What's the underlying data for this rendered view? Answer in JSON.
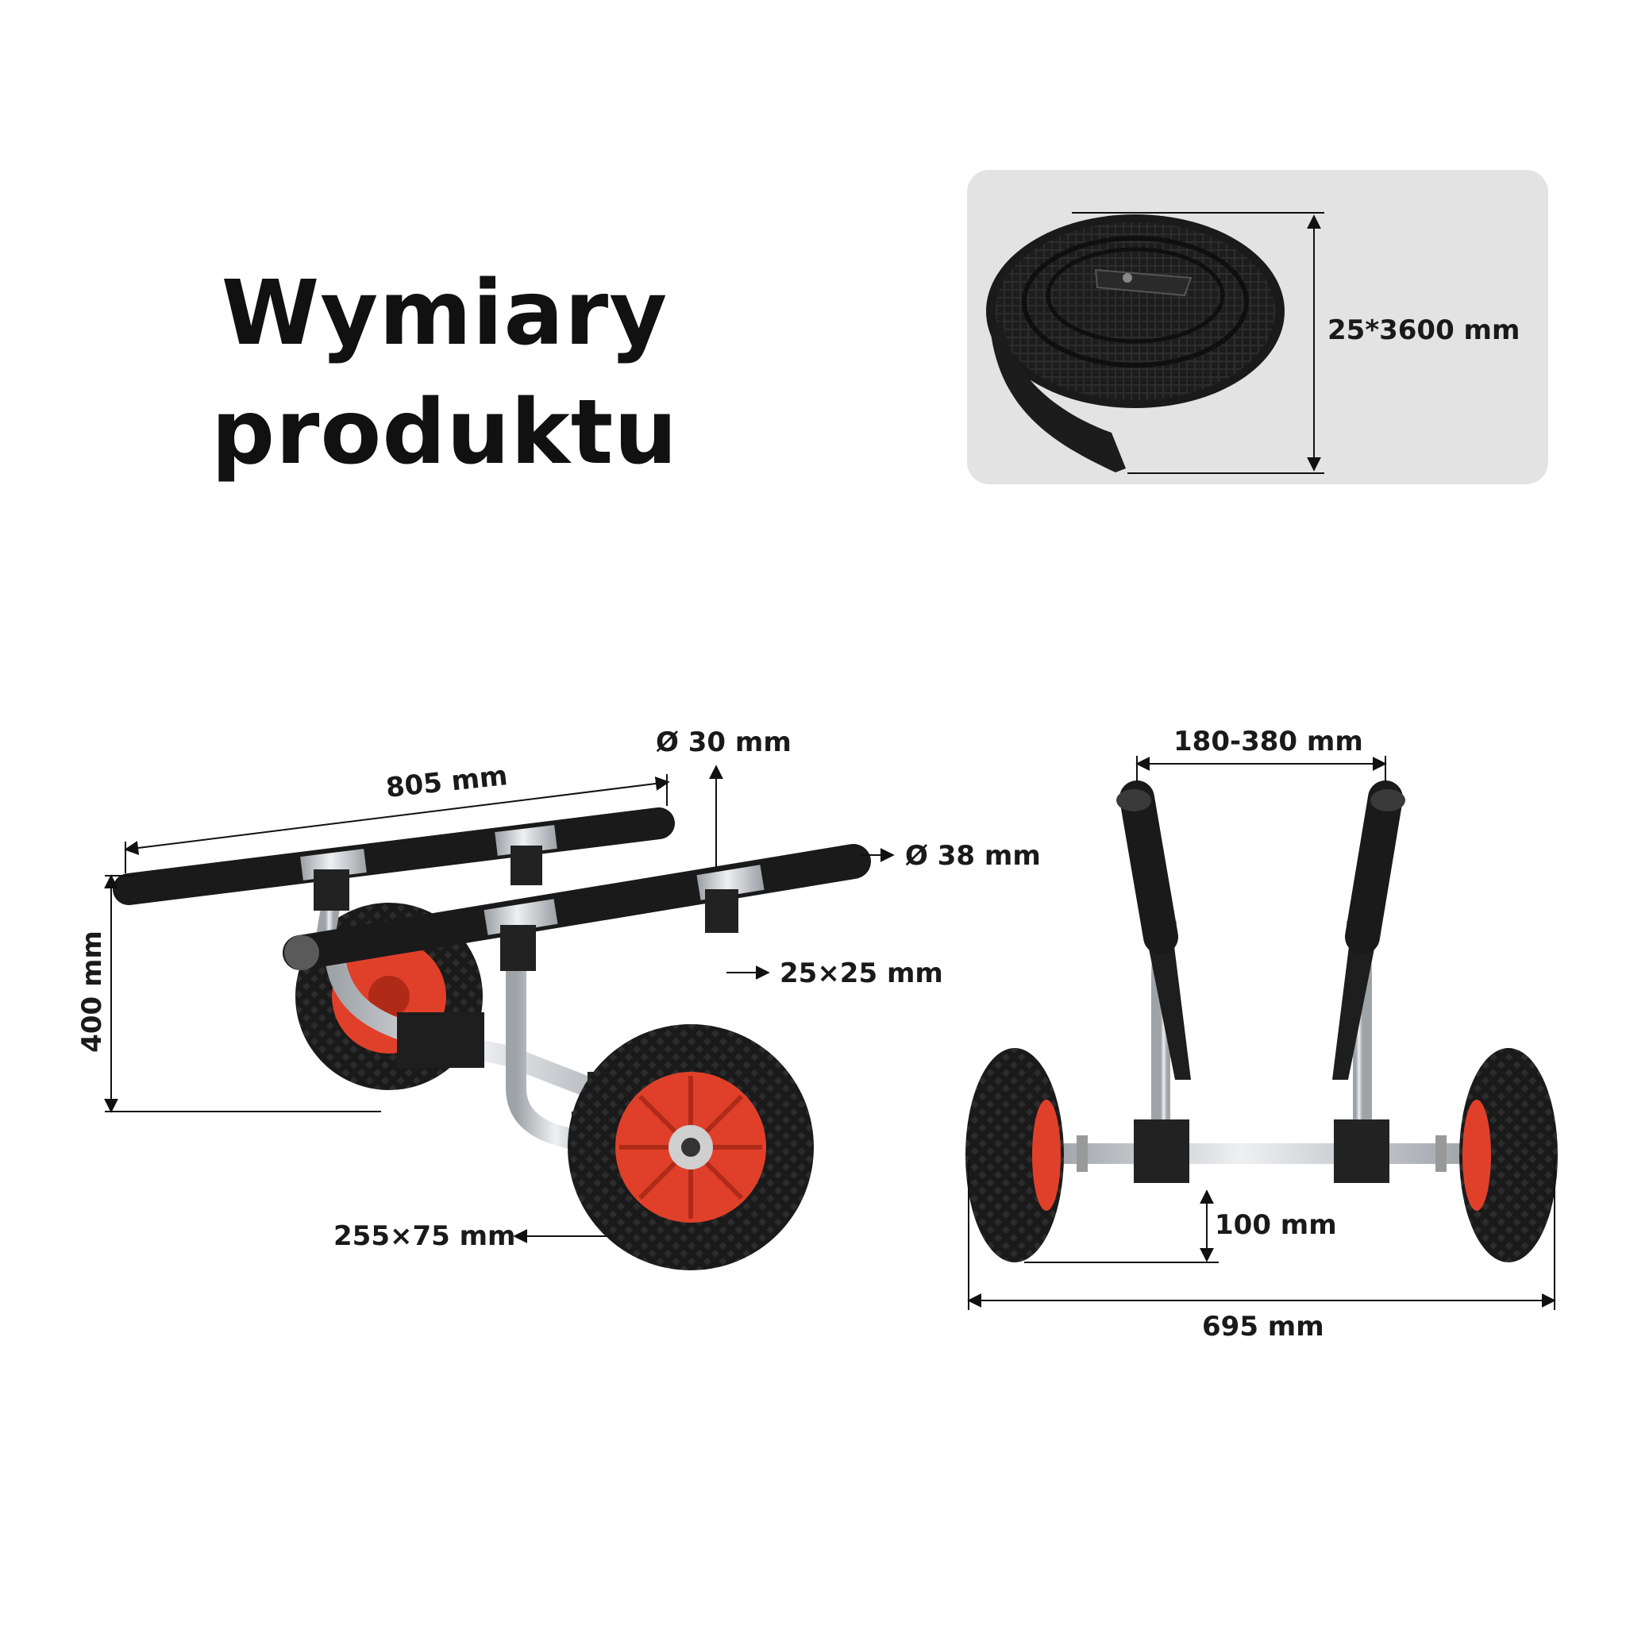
{
  "title": {
    "line1": "Wymiary",
    "line2": "produktu"
  },
  "strap": {
    "dimension": "25*3600 mm"
  },
  "side_view": {
    "bar_length": "805 mm",
    "bar_diameter_small": "Ø 30 mm",
    "bar_diameter_large": "Ø 38 mm",
    "frame_tube": "25×25 mm",
    "height": "400 mm",
    "wheel": "255×75 mm"
  },
  "front_view": {
    "arm_spread": "180-380 mm",
    "ground_clearance": "100 mm",
    "total_width": "695 mm"
  },
  "colors": {
    "rubber": "#111111",
    "rim": "#e0402a",
    "aluminium": "#c9cdd1",
    "foam": "#1c1c1c",
    "panel": "#e3e3e3"
  }
}
